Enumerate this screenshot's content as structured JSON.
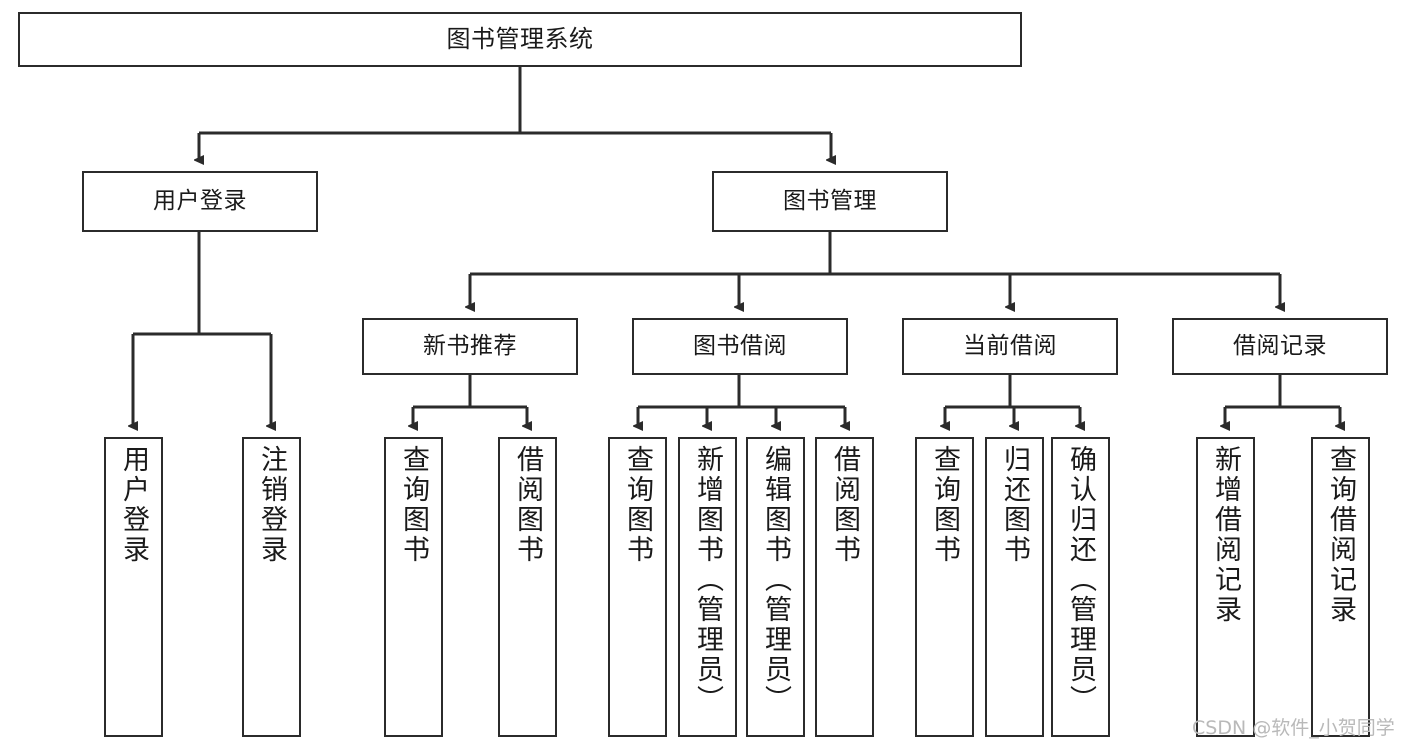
{
  "diagram": {
    "title": "图书管理系统",
    "type": "tree",
    "orientation": "top-down",
    "watermark": "CSDN @软件_小贺同学",
    "colors": {
      "box_border": "#2b2b2b",
      "box_fill": "#ffffff",
      "edge": "#2b2b2b",
      "text": "#1a1a1a",
      "watermark": "#b9b9b9"
    },
    "nodes": {
      "root": {
        "label": "图书管理系统",
        "level": 0
      },
      "level1": [
        {
          "id": "user-login",
          "label": "用户登录"
        },
        {
          "id": "book-manage",
          "label": "图书管理"
        }
      ],
      "level2": [
        {
          "id": "new-book-rec",
          "label": "新书推荐"
        },
        {
          "id": "book-borrow",
          "label": "图书借阅"
        },
        {
          "id": "current-borrow",
          "label": "当前借阅"
        },
        {
          "id": "borrow-record",
          "label": "借阅记录"
        }
      ],
      "leaves": {
        "user-login": [
          {
            "id": "leaf-user-login",
            "label": "用户登录"
          },
          {
            "id": "leaf-logout",
            "label": "注销登录"
          }
        ],
        "new-book-rec": [
          {
            "id": "leaf-query-book-1",
            "label": "查询图书"
          },
          {
            "id": "leaf-borrow-book-1",
            "label": "借阅图书"
          }
        ],
        "book-borrow": [
          {
            "id": "leaf-query-book-2",
            "label": "查询图书"
          },
          {
            "id": "leaf-add-book",
            "label": "新增图书（管理员）"
          },
          {
            "id": "leaf-edit-book",
            "label": "编辑图书（管理员）"
          },
          {
            "id": "leaf-borrow-book-2",
            "label": "借阅图书"
          }
        ],
        "current-borrow": [
          {
            "id": "leaf-query-book-3",
            "label": "查询图书"
          },
          {
            "id": "leaf-return-book",
            "label": "归还图书"
          },
          {
            "id": "leaf-confirm-return",
            "label": "确认归还（管理员）"
          }
        ],
        "borrow-record": [
          {
            "id": "leaf-add-record",
            "label": "新增借阅记录"
          },
          {
            "id": "leaf-query-record",
            "label": "查询借阅记录"
          }
        ]
      }
    }
  }
}
